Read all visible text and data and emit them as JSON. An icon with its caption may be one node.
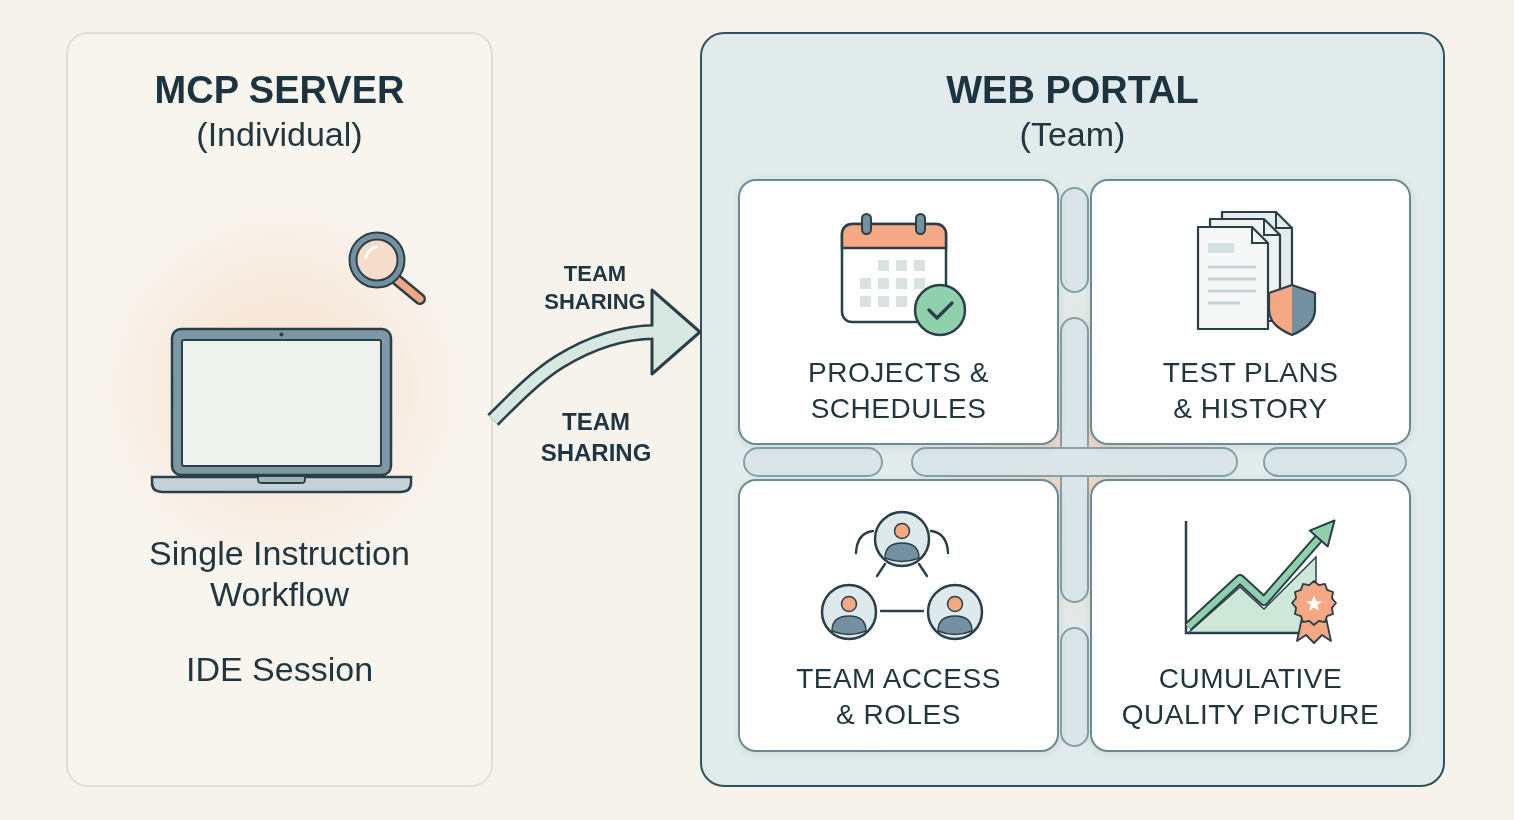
{
  "diagram": {
    "nodes": [
      {
        "text": [
          "MCP SERVER",
          "(Individual)",
          "Single Instruction Workflow",
          "IDE Session"
        ]
      },
      {
        "text": [
          "WEB PORTAL",
          "(Team)"
        ]
      },
      {
        "text": [
          "PROJECTS & SCHEDULES"
        ],
        "in": 1
      },
      {
        "text": [
          "TEST PLANS & HISTORY"
        ],
        "in": 1
      },
      {
        "text": [
          "TEAM ACCESS & ROLES"
        ],
        "in": 1
      },
      {
        "text": [
          "CUMULATIVE QUALITY PICTURE"
        ],
        "in": 1
      }
    ],
    "edges": [
      {
        "from": 0,
        "to": 1,
        "arrow": "to",
        "label": "TEAM SHARING"
      }
    ],
    "labels": [
      "TEAM SHARING"
    ]
  }
}
